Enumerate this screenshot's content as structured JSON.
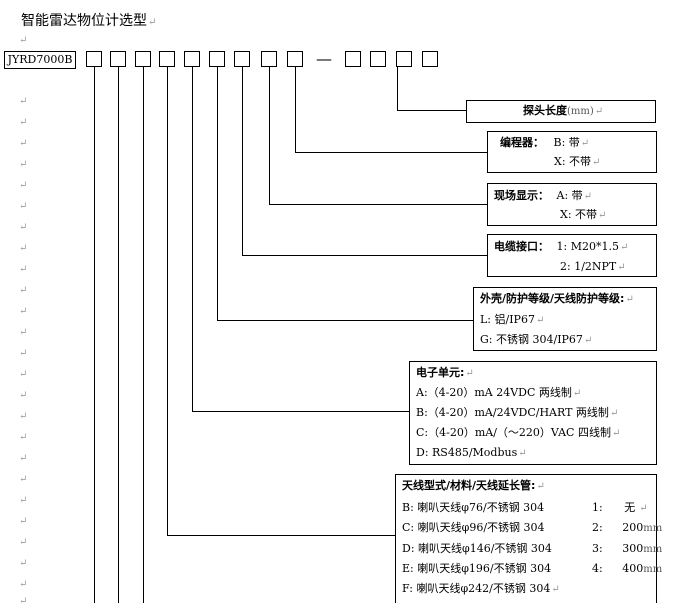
{
  "title": "智能雷达物位计选型",
  "model_code": "JYRD7000B",
  "dash": "—",
  "para_mark": "↵",
  "probe": {
    "label": "探头长度",
    "unit": "(mm)"
  },
  "encoder": {
    "label": "编程器",
    "colon": "：",
    "opt1": "B: 带",
    "opt2": "X: 不带"
  },
  "display": {
    "label": "现场显示",
    "colon": "：",
    "opt1": "A: 带",
    "opt2": "X: 不带"
  },
  "cable": {
    "label": "电缆接口",
    "colon": "：",
    "opt1": "1: M20*1.5",
    "opt2": "2: 1/2NPT"
  },
  "housing": {
    "label": "外壳/防护等级/天线防护等级",
    "colon": ":",
    "opt1": "L: 铝/IP67",
    "opt2": "G: 不锈钢 304/IP67"
  },
  "electronics": {
    "label": "电子单元",
    "colon": ":",
    "opt1": "A:（4-20）mA 24VDC 两线制",
    "opt2": "B:（4-20）mA/24VDC/HART 两线制",
    "opt3": "C:（4-20）mA/（～220）VAC 四线制",
    "opt4": "D:  RS485/Modbus"
  },
  "antenna": {
    "label": "天线型式/材料/天线延长管",
    "colon": ":",
    "types": [
      "B: 喇叭天线φ76/不锈钢 304",
      "C: 喇叭天线φ96/不锈钢 304",
      "D: 喇叭天线φ146/不锈钢 304",
      "E: 喇叭天线φ196/不锈钢 304",
      "F: 喇叭天线φ242/不锈钢 304"
    ],
    "ext_codes": [
      "1:",
      "2:",
      "3:",
      "4:"
    ],
    "ext_values": [
      "无",
      "200",
      "300",
      "400"
    ],
    "ext_unit": "mm"
  }
}
